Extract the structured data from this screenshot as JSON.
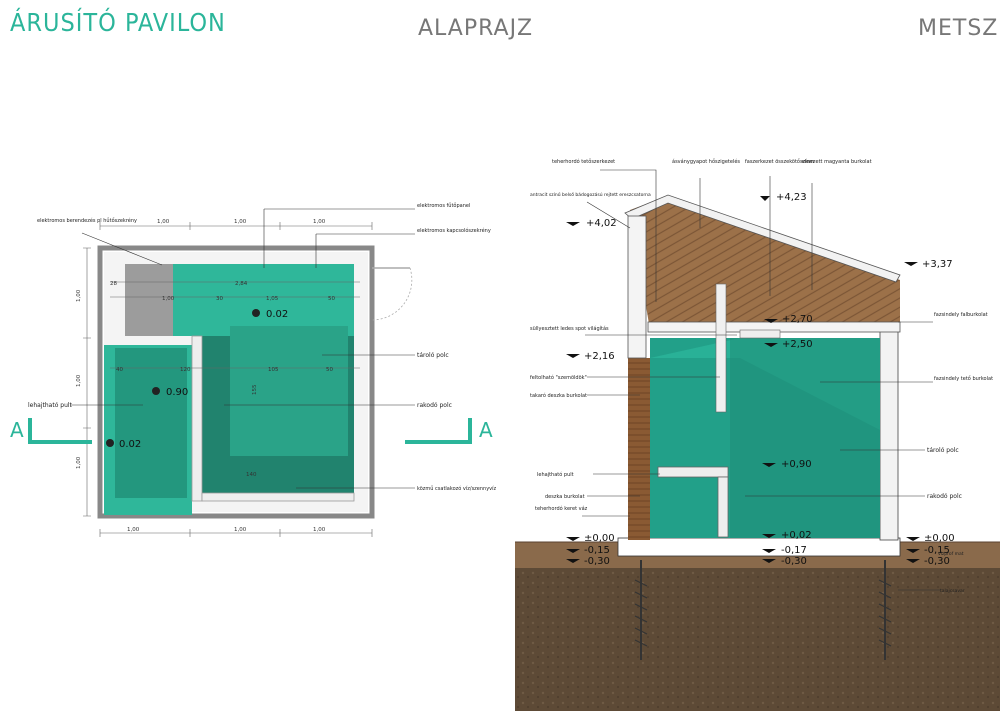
{
  "title": "ÁRUSÍTÓ PAVILON",
  "plan": {
    "heading": "ALAPRAJZ",
    "dims_top": [
      "1,00",
      "1,00",
      "1,00"
    ],
    "dims_bottom": [
      "1,00",
      "1,00",
      "1,00"
    ],
    "dims_left": [
      "1,00",
      "1,00",
      "1,00"
    ],
    "inner_dims": [
      "2,84",
      "1,00",
      "30",
      "1,05",
      "50",
      "120",
      "105",
      "50",
      "155",
      "40",
      "140",
      "28"
    ],
    "levels": [
      "0.02",
      "0.90",
      "0.02"
    ],
    "labels": {
      "elektromos_berendezes": "elektromos berendezés pl hűtőszekrény",
      "elektromos_futopanel": "elektromos fűtőpanel",
      "elektromos_kapcsolo": "elektromos kapcsolószekrény",
      "tarolo_polc": "tároló polc",
      "lehajthato_pult": "lehajtható pult",
      "rakodo_polc": "rakodó polc",
      "kozmu": "közmű csatlakozó víz/szennyvíz"
    },
    "section_mark": "A"
  },
  "section": {
    "heading": "METSZET",
    "levels": [
      "+4,23",
      "+4,02",
      "+3,37",
      "+2,70",
      "+2,50",
      "+2,16",
      "+0,90",
      "+0,02",
      "±0,00",
      "-0,15",
      "-0,30",
      "-0,17",
      "-0,30",
      "±0,00",
      "-0,15",
      "-0,30"
    ],
    "labels": {
      "teherhordo_tetoszerkezet": "teherhordó tetőszerkezet",
      "asvanygyapot": "ásványgyapot hőszigetelés",
      "faszerkezet": "faszerkezet összekötő elem",
      "szinezett": "színezett magyanta burkolat",
      "antracit": "antracit színű belső bádogozású rejtett ereszcsatorna",
      "sullyesztett": "süllyesztett ledes spot világítás",
      "feltolhato": "feltolható \"szemöldök\"",
      "takaro": "takaró deszka burkolat",
      "lehajthato_pult": "lehajtható pult",
      "deszka": "deszka burkolat",
      "teherhordo_keret": "teherhordó keret váz",
      "fazsindely_fal": "fazsindely falburkolat",
      "fazsindely_teto": "fazsindely tető burkolat",
      "tarolo_polc": "tároló polc",
      "rakodo_polc": "rakodó polc",
      "viz": "vízprof mat",
      "talaj": "talajcsavar"
    }
  }
}
